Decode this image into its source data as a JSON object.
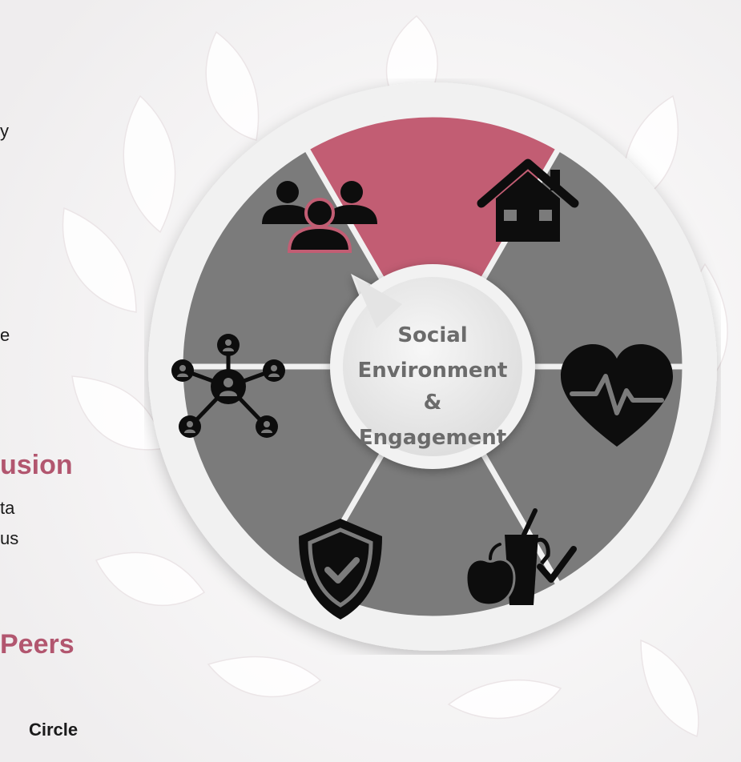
{
  "text_fragments": {
    "frag_y": "y",
    "frag_e": "e",
    "frag_usion": "usion",
    "frag_ta": "ta",
    "frag_us": "us",
    "frag_peers": "Peers",
    "frag_circle": "Circle"
  },
  "wheel": {
    "center_lines": [
      "Social",
      "Environment",
      "&",
      "Engagement"
    ],
    "segments": [
      {
        "icon": "people-group-icon",
        "active": true
      },
      {
        "icon": "house-icon",
        "active": false
      },
      {
        "icon": "heart-pulse-icon",
        "active": false
      },
      {
        "icon": "nutrition-check-icon",
        "active": false
      },
      {
        "icon": "shield-check-icon",
        "active": false
      },
      {
        "icon": "network-people-icon",
        "active": false
      }
    ]
  },
  "colors": {
    "active_segment": "#c25d73",
    "segment": "#7b7b7b",
    "ring": "#f1f1f1",
    "hub": "#e8e8e8",
    "icon": "#0d0d0d",
    "heading_accent": "#b2566f"
  }
}
